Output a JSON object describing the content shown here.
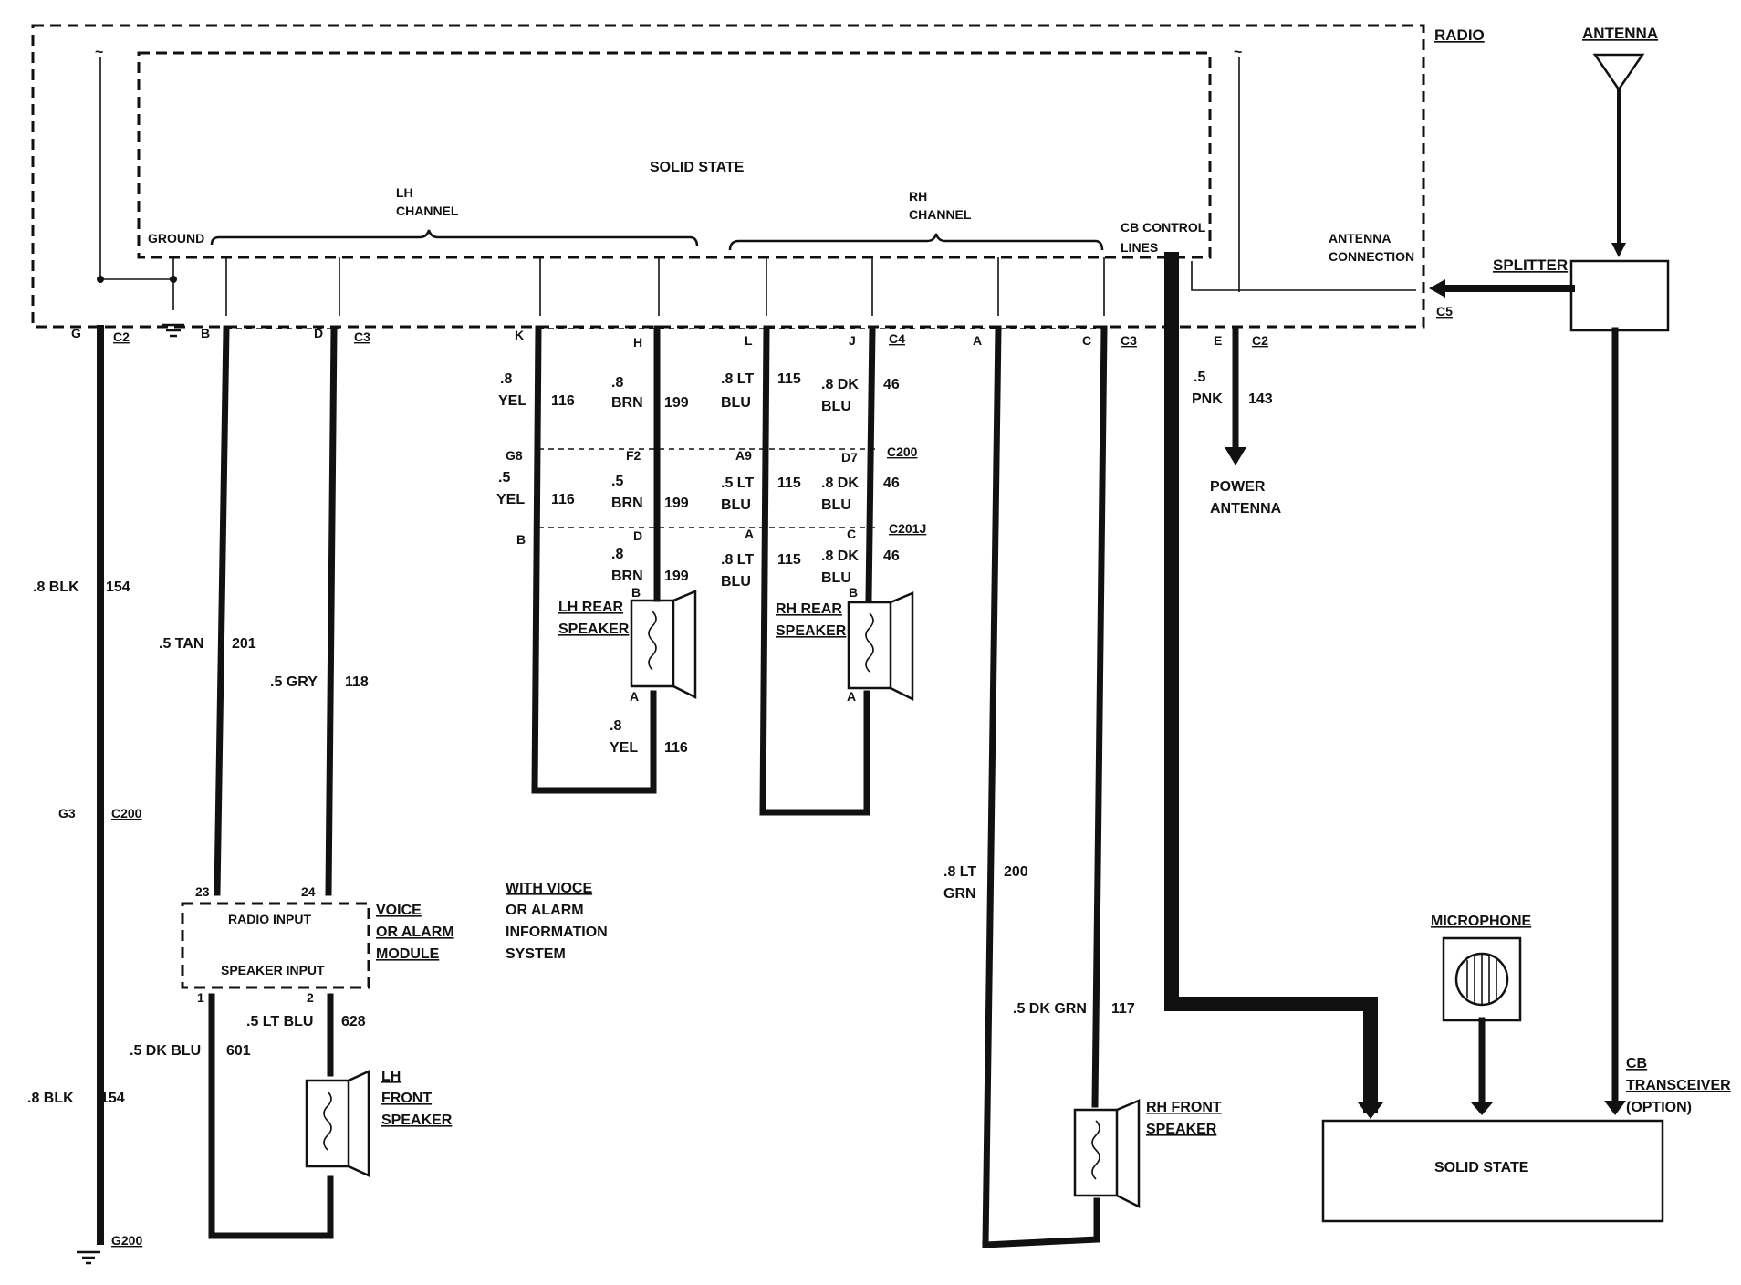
{
  "radio": {
    "title": "RADIO",
    "solid_state": "SOLID STATE",
    "ground": "GROUND",
    "lh_channel": [
      "LH",
      "CHANNEL"
    ],
    "rh_channel": [
      "RH",
      "CHANNEL"
    ],
    "cb_control": [
      "CB CONTROL",
      "LINES"
    ],
    "antenna_connection": [
      "ANTENNA",
      "CONNECTION"
    ]
  },
  "antenna": {
    "title": "ANTENNA",
    "splitter": "SPLITTER",
    "c5": "C5"
  },
  "power_antenna": [
    "POWER",
    "ANTENNA"
  ],
  "pins": {
    "G": "G",
    "B": "B",
    "D": "D",
    "K": "K",
    "H": "H",
    "L": "L",
    "J": "J",
    "A": "A",
    "C": "C",
    "E": "E"
  },
  "connectors": {
    "c2": "C2",
    "c3": "C3",
    "c4": "C4",
    "c200": "C200",
    "c201j": "C201J",
    "g200": "G200",
    "g3": "G3",
    "g8": "G8",
    "f2": "F2",
    "a9": "A9",
    "d7": "D7",
    "b": "B",
    "d": "D",
    "a": "A",
    "c": "C",
    "p23": "23",
    "p24": "24",
    "p1": "1",
    "p2": "2"
  },
  "wires": {
    "blk154_gauge": ".8 BLK",
    "blk154_num": "154",
    "tan201_gauge": ".5 TAN",
    "tan201_num": "201",
    "gry118_gauge": ".5 GRY",
    "gry118_num": "118",
    "yel_gauge": ".8",
    "yel_color": "YEL",
    "yel_num": "116",
    "yel2_gauge": ".5",
    "yel2_color": "YEL",
    "yel2_num": "116",
    "yel3_gauge": ".8",
    "yel3_color": "YEL",
    "yel3_num": "116",
    "brn_gauge": ".8",
    "brn_color": "BRN",
    "brn_num": "199",
    "brn2_gauge": ".5",
    "brn2_color": "BRN",
    "brn2_num": "199",
    "brn3_gauge": ".8",
    "brn3_color": "BRN",
    "brn3_num": "199",
    "ltblu_gauge": ".8 LT",
    "ltblu_color": "BLU",
    "ltblu_num": "115",
    "ltblu2_gauge": ".5 LT",
    "ltblu2_color": "BLU",
    "ltblu2_num": "115",
    "ltblu3_gauge": ".8 LT",
    "ltblu3_color": "BLU",
    "ltblu3_num": "115",
    "dkblu_gauge": ".8 DK",
    "dkblu_color": "BLU",
    "dkblu_num": "46",
    "dkblu2_gauge": ".8 DK",
    "dkblu2_color": "BLU",
    "dkblu2_num": "46",
    "dkblu3_gauge": ".8 DK",
    "dkblu3_color": "BLU",
    "dkblu3_num": "46",
    "pnk_gauge": ".5",
    "pnk_color": "PNK",
    "pnk_num": "143",
    "ltgrn_gauge": ".8 LT",
    "ltgrn_color": "GRN",
    "ltgrn_num": "200",
    "dkgrn_gauge": ".5 DK GRN",
    "dkgrn_num": "117",
    "dkblu601_gauge": ".5 DK BLU",
    "dkblu601_num": "601",
    "ltblu628_gauge": ".5 LT BLU",
    "ltblu628_num": "628",
    "blk154b_gauge": ".8 BLK",
    "blk154b_num": "154"
  },
  "speakers": {
    "lh_rear": [
      "LH REAR",
      "SPEAKER"
    ],
    "rh_rear": [
      "RH REAR",
      "SPEAKER"
    ],
    "lh_front": [
      "LH",
      "FRONT",
      "SPEAKER"
    ],
    "rh_front": [
      "RH FRONT",
      "SPEAKER"
    ]
  },
  "module": {
    "radio_input": "RADIO INPUT",
    "speaker_input": "SPEAKER INPUT",
    "label": [
      "VOICE",
      "OR ALARM",
      "MODULE"
    ]
  },
  "voice_note": [
    "WITH VIOCE",
    "OR ALARM",
    "INFORMATION",
    "SYSTEM"
  ],
  "microphone": "MICROPHONE",
  "cb": {
    "solid_state": "SOLID STATE",
    "label": [
      "CB",
      "TRANSCEIVER",
      "(OPTION)"
    ]
  }
}
